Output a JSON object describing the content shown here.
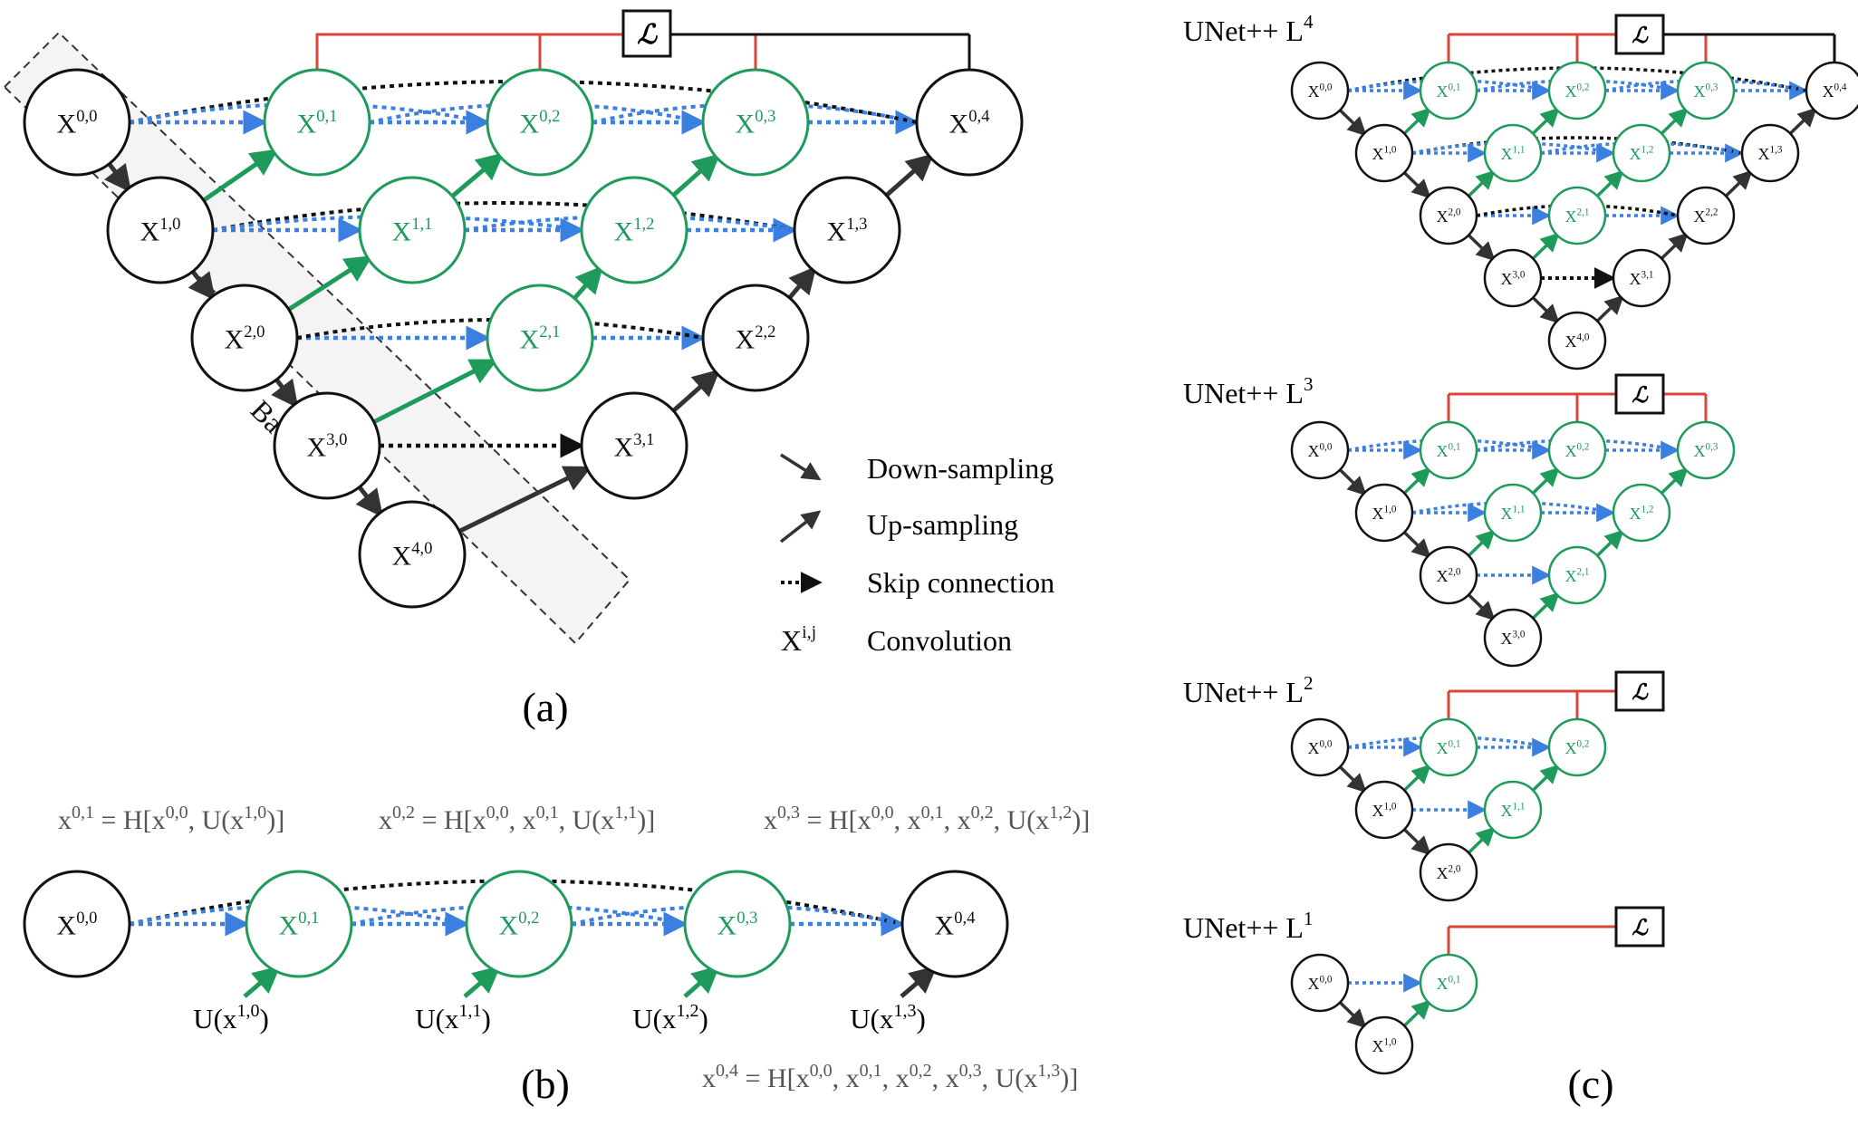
{
  "colors": {
    "black": "#111111",
    "green": "#1e9b5a",
    "blue": "#3b7fe0",
    "red": "#d9453a",
    "arrow_dark": "#333333",
    "equation_gray": "#555555",
    "backbone_fill": "#f4f4f4"
  },
  "panel_a": {
    "caption": "(a)",
    "backbone_label": "Backbone",
    "loss_symbol": "ℒ",
    "nodes": [
      {
        "id": "X00",
        "base": "X",
        "sup": "0,0",
        "kind": "backbone"
      },
      {
        "id": "X10",
        "base": "X",
        "sup": "1,0",
        "kind": "backbone"
      },
      {
        "id": "X20",
        "base": "X",
        "sup": "2,0",
        "kind": "backbone"
      },
      {
        "id": "X30",
        "base": "X",
        "sup": "3,0",
        "kind": "backbone"
      },
      {
        "id": "X40",
        "base": "X",
        "sup": "4,0",
        "kind": "backbone"
      },
      {
        "id": "X01",
        "base": "X",
        "sup": "0,1",
        "kind": "nested"
      },
      {
        "id": "X02",
        "base": "X",
        "sup": "0,2",
        "kind": "nested"
      },
      {
        "id": "X03",
        "base": "X",
        "sup": "0,3",
        "kind": "nested"
      },
      {
        "id": "X11",
        "base": "X",
        "sup": "1,1",
        "kind": "nested"
      },
      {
        "id": "X12",
        "base": "X",
        "sup": "1,2",
        "kind": "nested"
      },
      {
        "id": "X21",
        "base": "X",
        "sup": "2,1",
        "kind": "nested"
      },
      {
        "id": "X04",
        "base": "X",
        "sup": "0,4",
        "kind": "decoder"
      },
      {
        "id": "X13",
        "base": "X",
        "sup": "1,3",
        "kind": "decoder"
      },
      {
        "id": "X22",
        "base": "X",
        "sup": "2,2",
        "kind": "decoder"
      },
      {
        "id": "X31",
        "base": "X",
        "sup": "3,1",
        "kind": "decoder"
      }
    ]
  },
  "legend": {
    "items": [
      {
        "symbol": "down-arrow",
        "label": "Down-sampling"
      },
      {
        "symbol": "up-arrow",
        "label": "Up-sampling"
      },
      {
        "symbol": "skip-arrow",
        "label": "Skip connection"
      },
      {
        "symbol": "Xi,j",
        "label": "Convolution"
      }
    ],
    "conv_base": "X",
    "conv_sup": "i,j"
  },
  "panel_b": {
    "caption": "(b)",
    "nodes": [
      {
        "id": "X00",
        "base": "X",
        "sup": "0,0",
        "kind": "backbone"
      },
      {
        "id": "X01",
        "base": "X",
        "sup": "0,1",
        "kind": "nested"
      },
      {
        "id": "X02",
        "base": "X",
        "sup": "0,2",
        "kind": "nested"
      },
      {
        "id": "X03",
        "base": "X",
        "sup": "0,3",
        "kind": "nested"
      },
      {
        "id": "X04",
        "base": "X",
        "sup": "0,4",
        "kind": "decoder"
      }
    ],
    "upsample_labels": [
      {
        "pre": "U(x",
        "sup": "1,0",
        "post": ")"
      },
      {
        "pre": "U(x",
        "sup": "1,1",
        "post": ")"
      },
      {
        "pre": "U(x",
        "sup": "1,2",
        "post": ")"
      },
      {
        "pre": "U(x",
        "sup": "1,3",
        "post": ")"
      }
    ],
    "equations": [
      {
        "lhs": "x",
        "lhs_sup": "0,1",
        "args": [
          "0,0"
        ],
        "u_sup": "1,0"
      },
      {
        "lhs": "x",
        "lhs_sup": "0,2",
        "args": [
          "0,0",
          "0,1"
        ],
        "u_sup": "1,1"
      },
      {
        "lhs": "x",
        "lhs_sup": "0,3",
        "args": [
          "0,0",
          "0,1",
          "0,2"
        ],
        "u_sup": "1,2"
      },
      {
        "lhs": "x",
        "lhs_sup": "0,4",
        "args": [
          "0,0",
          "0,1",
          "0,2",
          "0,3"
        ],
        "u_sup": "1,3"
      }
    ]
  },
  "panel_c": {
    "caption": "(c)",
    "loss_symbol": "ℒ",
    "subfigures": [
      {
        "title": "UNet++ L",
        "title_sup": "4",
        "depth": 4
      },
      {
        "title": "UNet++ L",
        "title_sup": "3",
        "depth": 3
      },
      {
        "title": "UNet++ L",
        "title_sup": "2",
        "depth": 2
      },
      {
        "title": "UNet++ L",
        "title_sup": "1",
        "depth": 1
      }
    ]
  }
}
